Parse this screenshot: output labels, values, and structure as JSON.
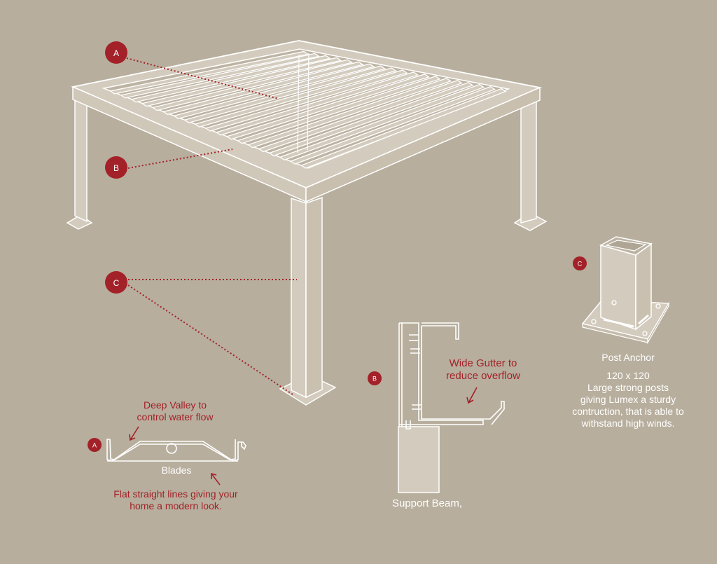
{
  "colors": {
    "background": "#b7ae9d",
    "structure_fill": "#d3cbbd",
    "outline": "#ffffff",
    "accent": "#a32128",
    "label_light": "#ffffff"
  },
  "markers": {
    "a": "A",
    "b": "B",
    "c": "C"
  },
  "blade_detail": {
    "heading_line1": "Deep Valley to",
    "heading_line2": "control water flow",
    "part_label": "Blades",
    "note_line1": "Flat straight lines giving your",
    "note_line2": "home a modern look."
  },
  "gutter_detail": {
    "heading_line1": "Wide Gutter to",
    "heading_line2": "reduce overflow",
    "part_label": "Support Beam,"
  },
  "anchor_detail": {
    "title": "Post Anchor",
    "line1": "120 x 120",
    "line2": "Large strong posts",
    "line3": "giving Lumex a sturdy",
    "line4": "contruction, that is able to",
    "line5": "withstand high winds."
  }
}
